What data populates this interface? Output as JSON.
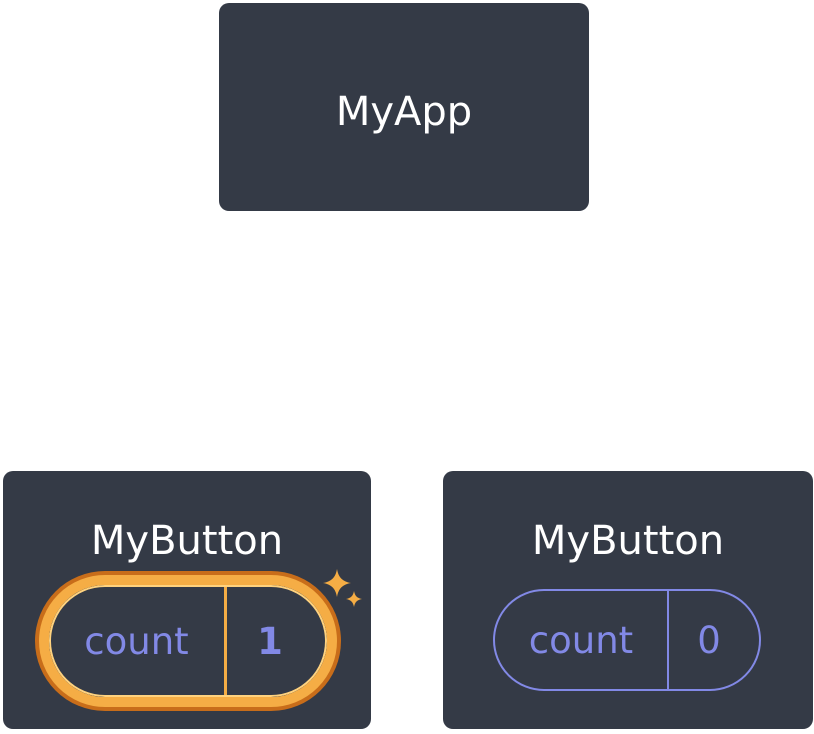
{
  "diagram": {
    "root": {
      "label": "MyApp"
    },
    "children": [
      {
        "label": "MyButton",
        "state": {
          "name": "count",
          "value": "1",
          "highlighted": true
        }
      },
      {
        "label": "MyButton",
        "state": {
          "name": "count",
          "value": "0",
          "highlighted": false
        }
      }
    ]
  },
  "colors": {
    "node_background": "#343a46",
    "title_text": "#ffffff",
    "state_text": "#8289e6",
    "highlight_orange": "#f5ad45",
    "highlight_dark_orange": "#c86d1a"
  },
  "icons": {
    "sparkle": "sparkle-icon"
  }
}
